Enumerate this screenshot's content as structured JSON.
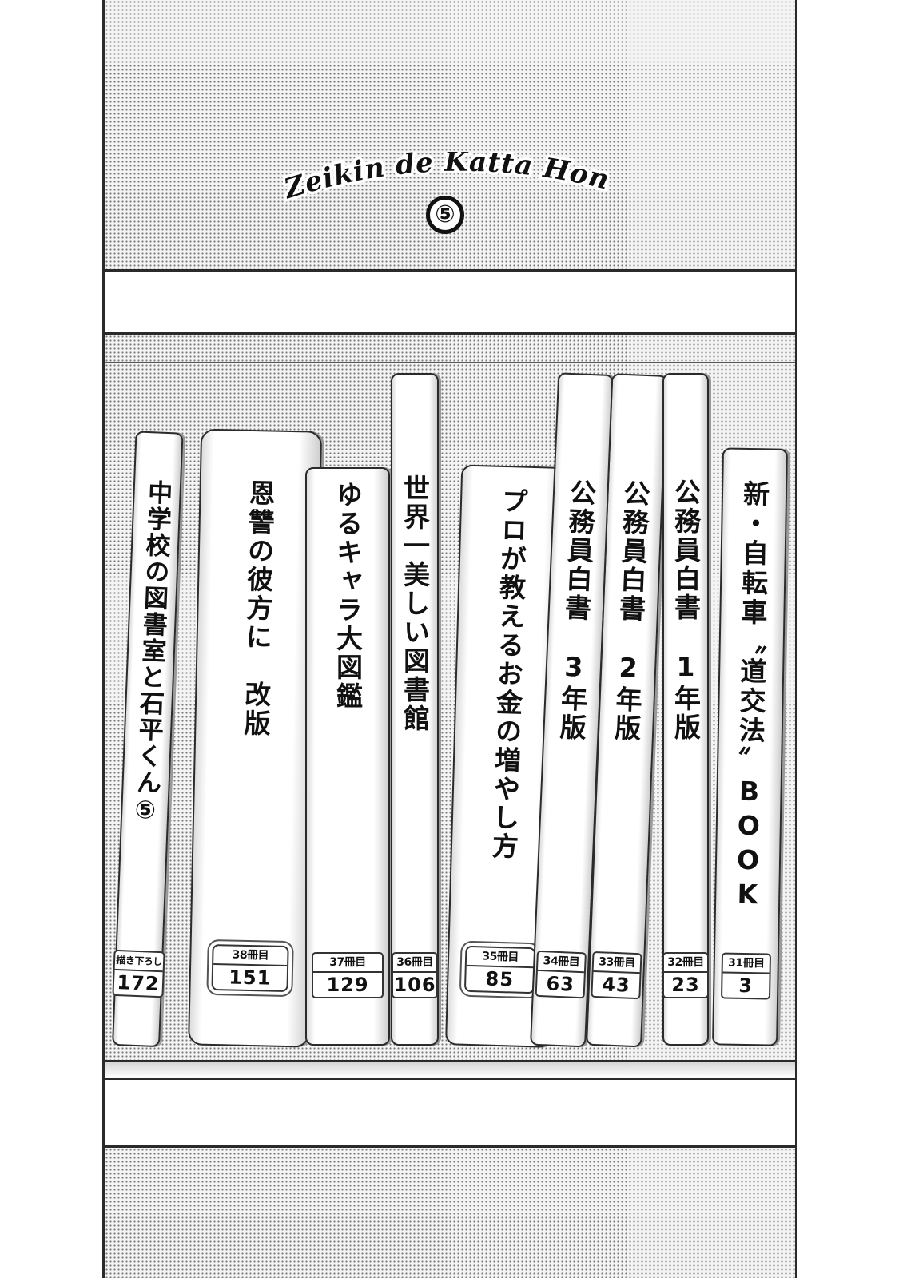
{
  "header": {
    "title": "Zeikin de Katta Hon",
    "volume": "⑤"
  },
  "books": [
    {
      "title": "中学校の図書室と石平くん⑤",
      "label_top": "描き下ろし",
      "label_num": "172"
    },
    {
      "title": "恩讐の彼方に　改版",
      "label_top": "38冊目",
      "label_num": "151"
    },
    {
      "title": "ゆるキャラ大図鑑",
      "label_top": "37冊目",
      "label_num": "129"
    },
    {
      "title": "世界一美しい図書館",
      "label_top": "36冊目",
      "label_num": "106"
    },
    {
      "title": "プロが教えるお金の増やし方",
      "label_top": "35冊目",
      "label_num": "85"
    },
    {
      "title": "公務員白書　3年版",
      "label_top": "34冊目",
      "label_num": "63"
    },
    {
      "title": "公務員白書　2年版",
      "label_top": "33冊目",
      "label_num": "43"
    },
    {
      "title": "公務員白書　1年版",
      "label_top": "32冊目",
      "label_num": "23"
    },
    {
      "title": "新・自転車〝道交法〟BOOK",
      "label_top": "31冊目",
      "label_num": "3"
    }
  ]
}
